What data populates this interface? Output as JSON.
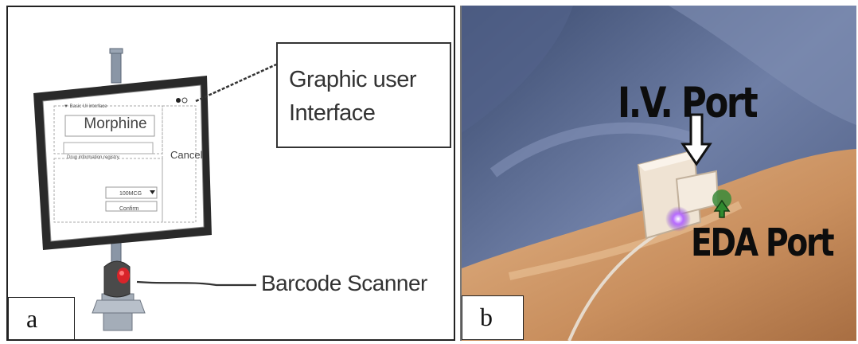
{
  "panel_a": {
    "letter": "a",
    "callout_line1": "Graphic user",
    "callout_line2": "Interface",
    "scanner_label": "Barcode Scanner",
    "gui": {
      "window_title": "▼ Basic UI interface",
      "drug_name": "Morphine",
      "registry_text": "Drug information registry",
      "cancel_label": "Cancel",
      "dose_label": "100MCG",
      "confirm_label": "Confirm"
    }
  },
  "panel_b": {
    "letter": "b",
    "iv_port_label": "I.V. Port",
    "eda_port_label": "EDA Port"
  },
  "colors": {
    "monitor_frame": "#2a2a2a",
    "scanner_light": "#d8242a",
    "eda_arrow": "#2f8a2f",
    "label_text": "#0d0d0d"
  }
}
